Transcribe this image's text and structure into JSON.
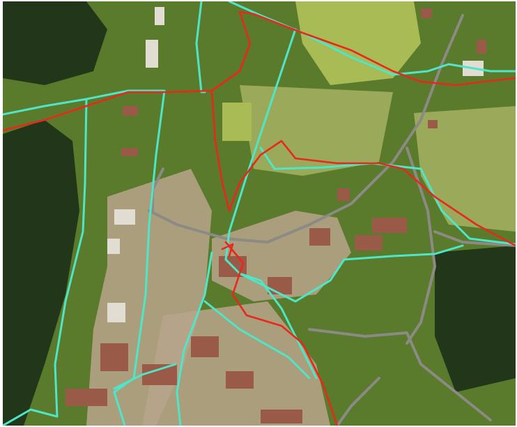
{
  "map": {
    "kind": "aerial-orthophoto-with-route-overlays",
    "colors": {
      "base_dark": "#34471f",
      "base_mid": "#5a7a2c",
      "base_light": "#9aa95a",
      "field_bright": "#a9bb54",
      "forest": "#22361a",
      "urban": "#b9a58c",
      "roof_red": "#9a5a48",
      "roof_light": "#e2ddd2",
      "road": "#8c8a84",
      "route_cyan": "#4fe6c8",
      "route_red": "#e8281a"
    },
    "layers": [
      "aerial-imagery",
      "cyan-route-lines",
      "red-route-lines"
    ]
  }
}
